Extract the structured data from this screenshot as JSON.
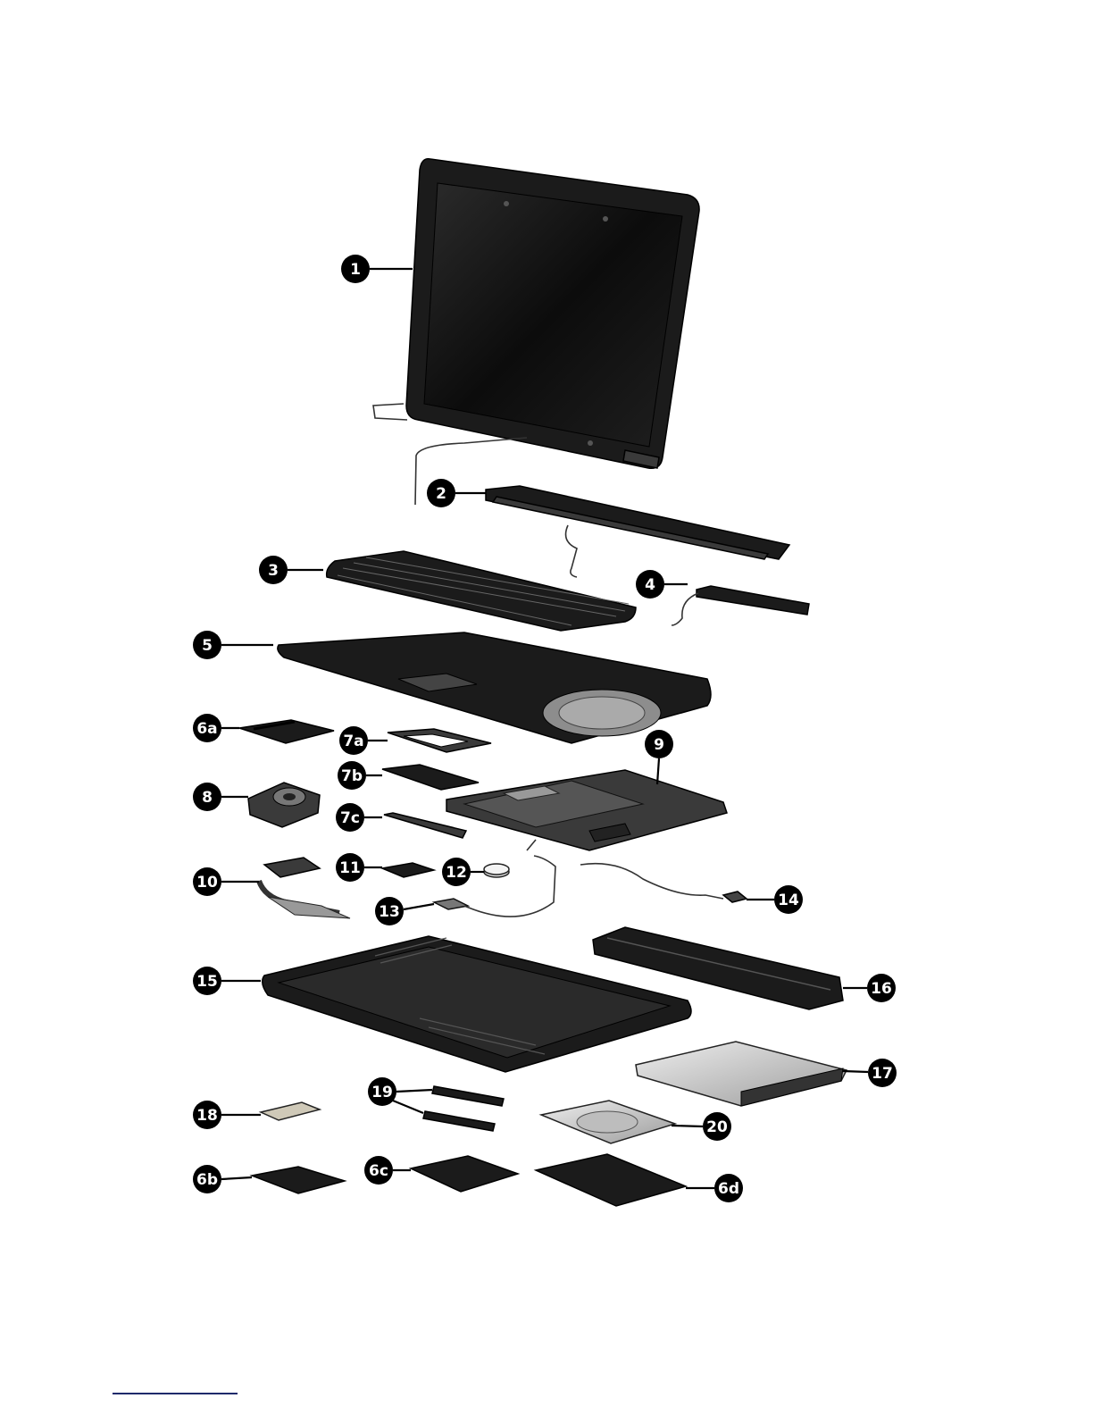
{
  "callouts": [
    {
      "id": "c1",
      "label": "1"
    },
    {
      "id": "c2",
      "label": "2"
    },
    {
      "id": "c3",
      "label": "3"
    },
    {
      "id": "c4",
      "label": "4"
    },
    {
      "id": "c5",
      "label": "5"
    },
    {
      "id": "c6a",
      "label": "6a"
    },
    {
      "id": "c7a",
      "label": "7a"
    },
    {
      "id": "c7b",
      "label": "7b"
    },
    {
      "id": "c8",
      "label": "8"
    },
    {
      "id": "c9",
      "label": "9"
    },
    {
      "id": "c7c",
      "label": "7c"
    },
    {
      "id": "c10",
      "label": "10"
    },
    {
      "id": "c11",
      "label": "11"
    },
    {
      "id": "c12",
      "label": "12"
    },
    {
      "id": "c13",
      "label": "13"
    },
    {
      "id": "c14",
      "label": "14"
    },
    {
      "id": "c15",
      "label": "15"
    },
    {
      "id": "c16",
      "label": "16"
    },
    {
      "id": "c17",
      "label": "17"
    },
    {
      "id": "c18",
      "label": "18"
    },
    {
      "id": "c19",
      "label": "19"
    },
    {
      "id": "c20",
      "label": "20"
    },
    {
      "id": "c6b",
      "label": "6b"
    },
    {
      "id": "c6c",
      "label": "6c"
    },
    {
      "id": "c6d",
      "label": "6d"
    }
  ]
}
